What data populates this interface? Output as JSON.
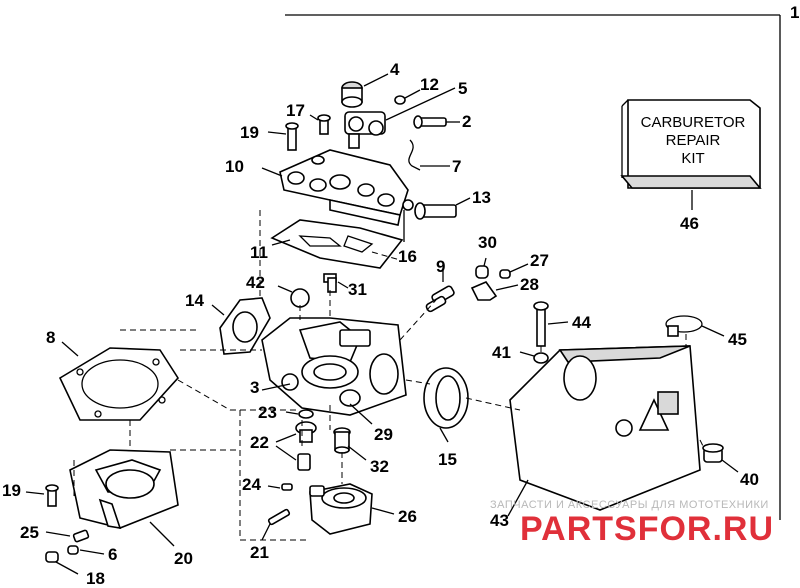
{
  "diagram": {
    "page_number": "1",
    "kit_label": {
      "line1": "CARBURETOR",
      "line2": "REPAIR",
      "line3": "KIT"
    },
    "callouts": {
      "c1": "4",
      "c2": "12",
      "c3": "5",
      "c4": "2",
      "c5": "17",
      "c6": "19",
      "c7": "10",
      "c8": "7",
      "c9": "13",
      "c10": "11",
      "c11": "16",
      "c12": "9",
      "c13": "30",
      "c14": "27",
      "c15": "28",
      "c16": "14",
      "c17": "42",
      "c18": "31",
      "c19": "44",
      "c20": "41",
      "c21": "45",
      "c22": "8",
      "c23": "3",
      "c24": "23",
      "c25": "29",
      "c26": "22",
      "c27": "15",
      "c28": "32",
      "c29": "40",
      "c30": "24",
      "c31": "43",
      "c32": "19",
      "c33": "26",
      "c34": "25",
      "c35": "6",
      "c36": "20",
      "c37": "21",
      "c38": "18",
      "c39": "46"
    },
    "watermark": {
      "line1": "ЗАПЧАСТИ И АКСЕССУАРЫ ДЛЯ МОТОТЕХНИКИ",
      "line2": "PARTSFOR.RU"
    }
  }
}
